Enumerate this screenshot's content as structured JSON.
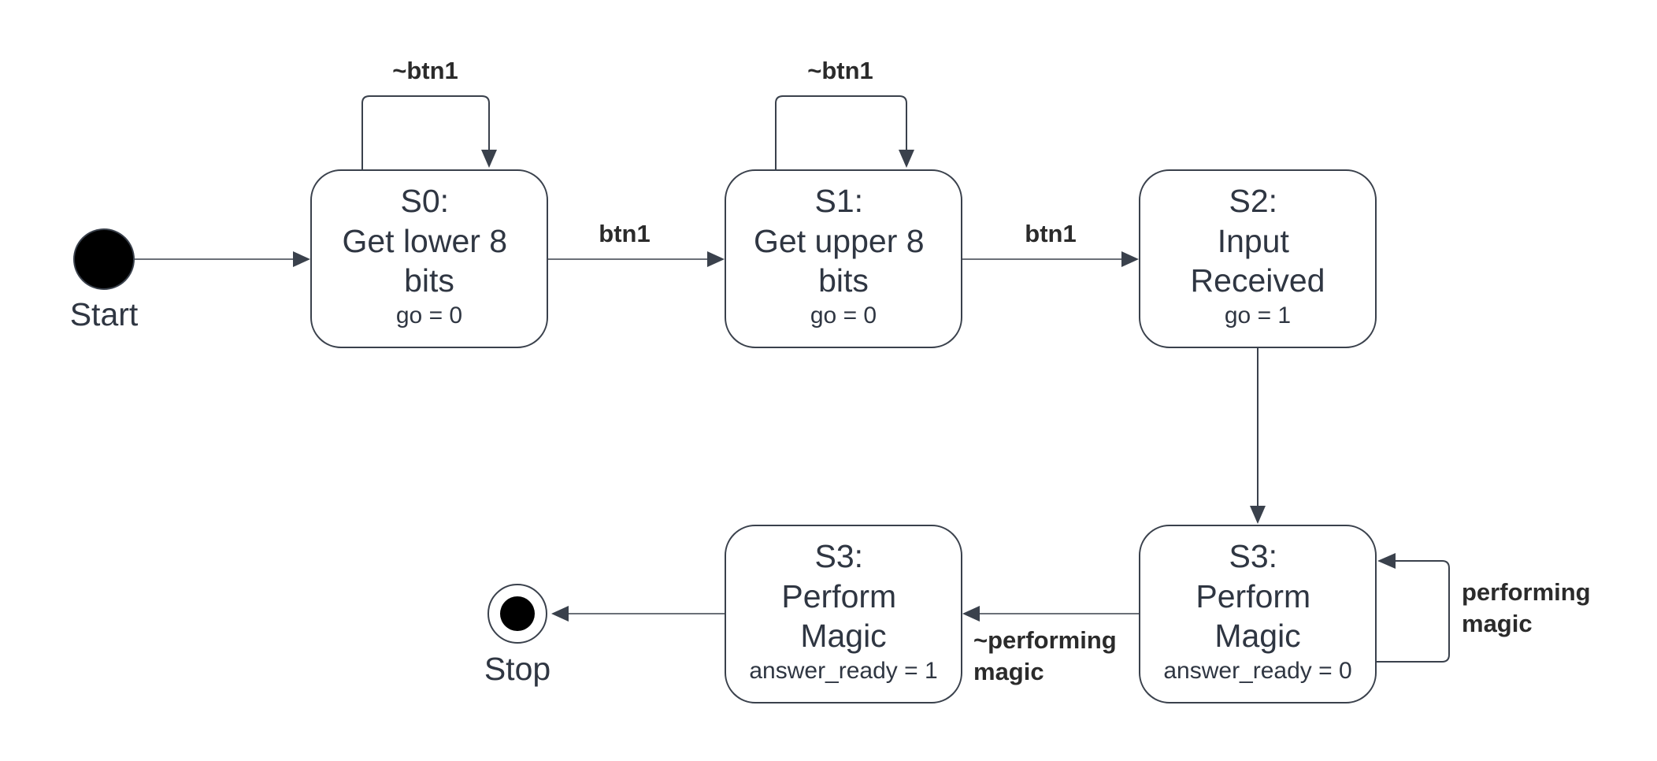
{
  "states": [
    {
      "id": "s0",
      "name_lines": [
        "S0:",
        "Get lower 8",
        "bits"
      ],
      "output": "go = 0"
    },
    {
      "id": "s1",
      "name_lines": [
        "S1:",
        "Get upper 8",
        "bits"
      ],
      "output": "go = 0"
    },
    {
      "id": "s2",
      "name_lines": [
        "S2:",
        "Input",
        "Received"
      ],
      "output": "go = 1"
    },
    {
      "id": "s3a",
      "name_lines": [
        "S3:",
        "Perform",
        "Magic"
      ],
      "output": "answer_ready = 0"
    },
    {
      "id": "s3b",
      "name_lines": [
        "S3:",
        "Perform",
        "Magic"
      ],
      "output": "answer_ready = 1"
    }
  ],
  "pseudo_states": {
    "start_label": "Start",
    "stop_label": "Stop"
  },
  "transitions": {
    "s0_self": "~btn1",
    "s1_self": "~btn1",
    "s0_to_s1": "btn1",
    "s1_to_s2": "btn1",
    "s3a_self_lines": [
      "performing",
      "magic"
    ],
    "s3a_to_s3b_lines": [
      "~performing",
      "magic"
    ]
  },
  "colors": {
    "stroke": "#3a414c",
    "text": "#2f3642",
    "label": "#2b2b2b",
    "filled_node": "#000000"
  }
}
